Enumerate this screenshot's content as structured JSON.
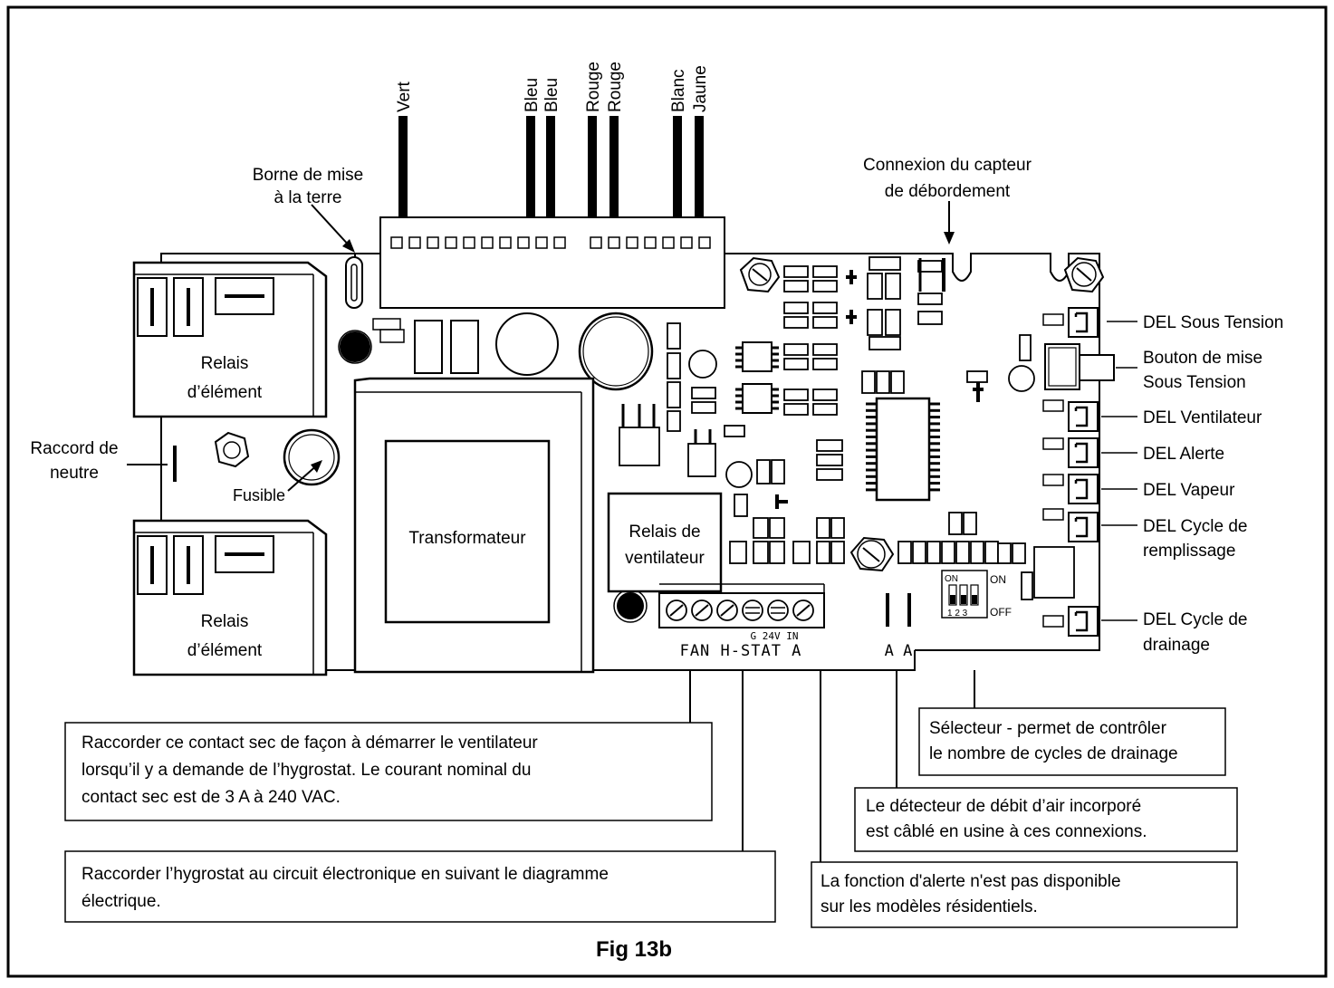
{
  "figure": {
    "caption": "Fig 13b"
  },
  "wires": [
    {
      "label": "Vert"
    },
    {
      "label": "Bleu"
    },
    {
      "label": "Bleu"
    },
    {
      "label": "Rouge"
    },
    {
      "label": "Rouge"
    },
    {
      "label": "Blanc"
    },
    {
      "label": "Jaune"
    }
  ],
  "labels": {
    "ground_terminal_l1": "Borne de mise",
    "ground_terminal_l2": "à la terre",
    "overflow_l1": "Connexion du capteur",
    "overflow_l2": "de débordement",
    "neutral_l1": "Raccord de",
    "neutral_l2": "neutre",
    "fuse": "Fusible",
    "relay_top_l1": "Relais",
    "relay_top_l2": "d’élément",
    "relay_bottom_l1": "Relais",
    "relay_bottom_l2": "d’élément",
    "transformer": "Transformateur",
    "fan_relay_l1": "Relais de",
    "fan_relay_l2": "ventilateur"
  },
  "board_markings": {
    "terminal_small": "G  24V IN",
    "terminal_main": "FAN  H-STAT  A",
    "aa": "A  A",
    "dip_on_small": "ON",
    "dip_nums": "1 2 3",
    "dip_on": "ON",
    "dip_off": "OFF"
  },
  "leds": {
    "power_led": "DEL Sous Tension",
    "power_button_l1": "Bouton de mise",
    "power_button_l2": "Sous Tension",
    "fan_led": "DEL  Ventilateur",
    "alert_led": "DEL Alerte",
    "steam_led": "DEL Vapeur",
    "fill_l1": "DEL Cycle de",
    "fill_l2": "remplissage",
    "drain_l1": "DEL Cycle de",
    "drain_l2": "drainage"
  },
  "notes": {
    "fan": [
      "Raccorder ce contact sec de façon à démarrer le ventilateur",
      "lorsqu’il y a demande de l’hygrostat.  Le courant nominal du",
      "contact sec est de 3 A à 240 VAC."
    ],
    "hygrostat": [
      "Raccorder l’hygrostat au circuit électronique en suivant le diagramme",
      "électrique."
    ],
    "selector": [
      "Sélecteur - permet de contrôler",
      "le nombre de cycles de drainage"
    ],
    "airflow": [
      "Le détecteur de débit d’air incorporé",
      "est câblé en usine à ces connexions."
    ],
    "alert": [
      "La fonction d'alerte n'est pas disponible",
      "sur les modèles résidentiels."
    ]
  }
}
